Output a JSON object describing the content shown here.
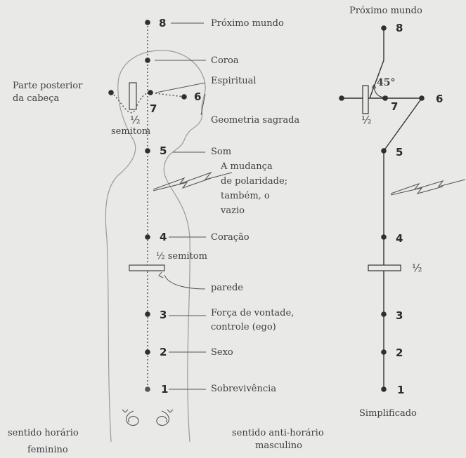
{
  "left_body": {
    "labels": {
      "next_world": "Próximo mundo",
      "crown": "Coroa",
      "spiritual": "Espiritual",
      "back_of_head": "Parte posterior",
      "back_of_head_2": "da cabeça",
      "sacred_geometry": "Geometria sagrada",
      "half_semitone_top": "½",
      "semitone_top": "semitom",
      "sound": "Som",
      "polarity_1": "A mudança",
      "polarity_2": "de polaridade;",
      "polarity_3": "também, o",
      "polarity_4": "vazio",
      "heart": "Coração",
      "half_semitone_mid": "½ semitom",
      "wall": "parede",
      "will_1": "Força de vontade,",
      "will_2": "controle (ego)",
      "sex": "Sexo",
      "survival": "Sobrevivência"
    },
    "numbers": [
      "8",
      "7",
      "6",
      "5",
      "4",
      "3",
      "2",
      "1"
    ]
  },
  "right_simplified": {
    "title": "Próximo mundo",
    "angle": "45°",
    "half_top": "½",
    "half_mid": "½",
    "caption": "Simplificado",
    "numbers": [
      "8",
      "7",
      "6",
      "5",
      "4",
      "3",
      "2",
      "1"
    ]
  },
  "bottom": {
    "clockwise": "sentido horário",
    "feminine": "feminino",
    "counterclockwise": "sentido anti-horário",
    "masculine": "masculino"
  }
}
